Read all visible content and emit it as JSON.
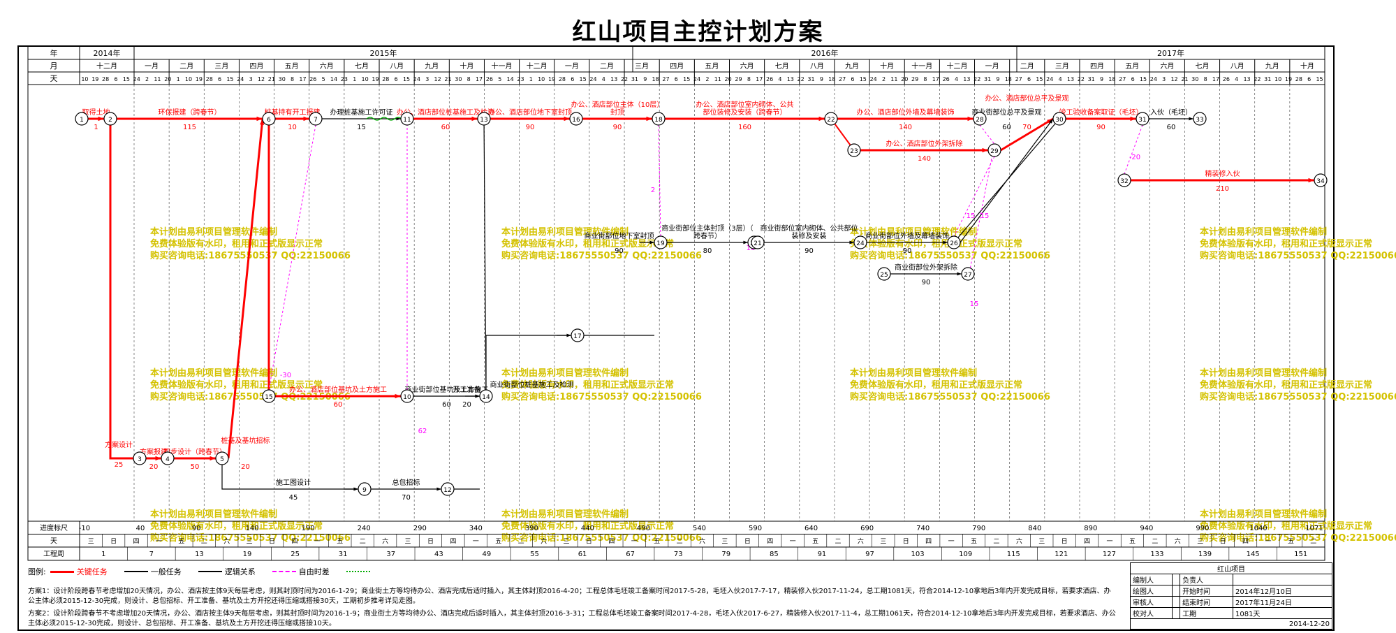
{
  "title": "红山项目主控计划方案",
  "header": {
    "row_labels": [
      "年",
      "月",
      "天"
    ],
    "years": [
      "2014年",
      "2015年",
      "2016年",
      "2017年"
    ],
    "months": [
      "十二月",
      "一月",
      "二月",
      "三月",
      "四月",
      "五月",
      "六月",
      "七月",
      "八月",
      "九月",
      "十月",
      "十一月",
      "十二月",
      "一月",
      "二月",
      "三月",
      "四月",
      "五月",
      "六月",
      "七月",
      "八月",
      "九月",
      "十月",
      "十一月",
      "十二月",
      "一月",
      "二月",
      "三月",
      "四月",
      "五月",
      "六月",
      "七月",
      "八月",
      "九月",
      "十月"
    ],
    "days": [
      "10",
      "19",
      "28",
      "6",
      "15",
      "24",
      "2",
      "11",
      "20",
      "1",
      "10",
      "19",
      "28",
      "6",
      "15",
      "24",
      "3",
      "12",
      "21",
      "30",
      "8",
      "17",
      "26",
      "5",
      "14",
      "23",
      "1",
      "10",
      "19",
      "28",
      "6",
      "15",
      "24",
      "3",
      "12",
      "21",
      "30",
      "8",
      "17",
      "26",
      "5",
      "14",
      "23",
      "1",
      "10",
      "19",
      "28",
      "6",
      "15",
      "24",
      "4",
      "13",
      "22",
      "31",
      "9",
      "18",
      "27",
      "6",
      "15",
      "24",
      "2",
      "11",
      "20",
      "29",
      "8",
      "17",
      "26",
      "4",
      "13",
      "22",
      "31",
      "9",
      "18",
      "27",
      "6",
      "15",
      "24",
      "2",
      "11",
      "20",
      "29",
      "8",
      "17",
      "26",
      "4",
      "13",
      "22",
      "31",
      "9",
      "18",
      "27",
      "6",
      "15",
      "24",
      "4",
      "13",
      "22",
      "31",
      "9",
      "18",
      "27",
      "6",
      "15",
      "24",
      "3",
      "12",
      "21",
      "30",
      "8",
      "17",
      "26",
      "4",
      "13",
      "22",
      "31",
      "10",
      "19",
      "28",
      "6",
      "15"
    ]
  },
  "nodes": [
    "1",
    "2",
    "3",
    "4",
    "5",
    "6",
    "7",
    "9",
    "10",
    "11",
    "12",
    "13",
    "14",
    "15",
    "16",
    "17",
    "18",
    "19",
    "20",
    "21",
    "22",
    "23",
    "24",
    "25",
    "26",
    "27",
    "28",
    "29",
    "30",
    "31",
    "32",
    "33",
    "34"
  ],
  "activities": [
    {
      "label": "取得土地",
      "dur": "1",
      "critical": true
    },
    {
      "label": "环保报建（跨春节）",
      "dur": "115",
      "critical": true
    },
    {
      "label": "桩基持有开工报建",
      "dur": "10",
      "critical": true
    },
    {
      "label": "办理桩基施工许可证",
      "dur": "15",
      "critical": false
    },
    {
      "label": "办公、酒店部位桩基施工及检测",
      "dur": "60",
      "critical": true
    },
    {
      "label": "办公、酒店部位地下室封顶",
      "dur": "90",
      "critical": true
    },
    {
      "label": "办公、酒店部位主体（10层）封顶",
      "dur": "90",
      "critical": true
    },
    {
      "label": "办公、酒店部位室内砌体、公共部位装修及安装（跨春节）",
      "dur": "160",
      "critical": true
    },
    {
      "label": "办公、酒店部位外墙及幕墙装饰",
      "dur": "140",
      "critical": true
    },
    {
      "label": "办公、酒店部位外架拆除",
      "dur": "140",
      "critical": true
    },
    {
      "label": "办公、酒店部位总平及景观",
      "dur": "70",
      "critical": true
    },
    {
      "label": "竣工验收备案取证（毛坯）",
      "dur": "90",
      "critical": true
    },
    {
      "label": "入伙（毛坯）",
      "dur": "60",
      "critical": false
    },
    {
      "label": "精装修入伙",
      "dur": "210",
      "critical": true
    },
    {
      "label": "方案设计",
      "dur": "25",
      "critical": true
    },
    {
      "label": "方案报建",
      "dur": "20",
      "critical": true
    },
    {
      "label": "初步设计（跨春节）",
      "dur": "50",
      "critical": true
    },
    {
      "label": "桩基及基坑招标",
      "dur": "20",
      "critical": true
    },
    {
      "label": "办公、酒店部位基坑及土方施工",
      "dur": "60",
      "critical": true
    },
    {
      "label": "施工图设计",
      "dur": "45",
      "critical": false
    },
    {
      "label": "总包招标",
      "dur": "70",
      "critical": false
    },
    {
      "label": "开工准备",
      "dur": "20",
      "critical": false
    },
    {
      "label": "商业街部位基坑及土方施工",
      "dur": "60",
      "critical": false
    },
    {
      "label": "商业街部位桩基施工及检测",
      "dur": "",
      "critical": false
    },
    {
      "label": "商业街部位地下室封顶",
      "dur": "90",
      "critical": false
    },
    {
      "label": "商业街部位主体封顶（3层）（跨春节）",
      "dur": "80",
      "critical": false
    },
    {
      "label": "商业街部位室内砌体、公共部位装修及安装",
      "dur": "90",
      "critical": false
    },
    {
      "label": "商业街部位外墙及幕墙装饰",
      "dur": "90",
      "critical": false
    },
    {
      "label": "商业街部位外架拆除",
      "dur": "90",
      "critical": false
    },
    {
      "label": "商业街部位总平及景观",
      "dur": "60",
      "critical": false
    }
  ],
  "float_labels": [
    "-30",
    "62",
    "2",
    "10",
    "15",
    "-20",
    "15",
    "15"
  ],
  "watermark": [
    "本计划由易利项目管理软件编制",
    "免费体验版有水印，租用和正式版显示正常",
    "购买咨询电话:18675550537 QQ:22150066"
  ],
  "scale": {
    "label": "进度标尺",
    "ticks": [
      "-10",
      "40",
      "90",
      "140",
      "190",
      "240",
      "290",
      "340",
      "390",
      "440",
      "490",
      "540",
      "590",
      "640",
      "690",
      "740",
      "790",
      "840",
      "890",
      "940",
      "990",
      "1040",
      "1071"
    ]
  },
  "weekday_row": {
    "label": "天",
    "items": [
      "三",
      "日",
      "四",
      "一",
      "五",
      "二",
      "六",
      "三",
      "日",
      "四",
      "一",
      "五",
      "二",
      "六",
      "三",
      "日",
      "四",
      "一",
      "五",
      "二",
      "六",
      "三",
      "日",
      "四",
      "一",
      "五",
      "二",
      "六",
      "三",
      "日",
      "四",
      "一",
      "五",
      "二",
      "六",
      "三",
      "日",
      "四",
      "一",
      "五",
      "二",
      "六",
      "三",
      "日",
      "四",
      "一",
      "五",
      "二",
      "六",
      "三",
      "日",
      "四",
      "一",
      "五",
      "二"
    ]
  },
  "week_row": {
    "label": "工程周",
    "items": [
      "1",
      "7",
      "13",
      "19",
      "25",
      "31",
      "37",
      "43",
      "49",
      "55",
      "61",
      "67",
      "73",
      "79",
      "85",
      "91",
      "97",
      "103",
      "109",
      "115",
      "121",
      "127",
      "133",
      "139",
      "145",
      "151"
    ]
  },
  "legend": {
    "label": "图例:",
    "items": [
      "关键任务",
      "一般任务",
      "逻辑关系",
      "自由时差"
    ]
  },
  "notes": [
    "方案1：设计阶段跨春节考虑增加20天情况，办公、酒店按主体9天每层考虑，则其封顶时间为2016-1-29；商业街土方等均待办公、酒店完成后适时插入，其主体封顶2016-4-20；工程总体毛坯竣工备案时间2017-5-28，毛坯入伙2017-7-17，精装修入伙2017-11-24，总工期1081天，符合2014-12-10拿地后3年内开发完成目标，若要求酒店、办公主体必须2015-12-30完成，则设计、总包招标、开工准备、基坑及土方开挖还得压缩或搭接30天，工期初步推考详见走图。",
    "方案2：设计阶段跨春节不考虑增加20天情况，办公、酒店按主体9天每层考虑，则其封顶时间为2016-1-9；商业街土方等均待办公、酒店完成后适时插入，其主体封顶2016-3-31；工程总体毛坯竣工备案时间2017-4-28，毛坯入伙2017-6-27，精装修入伙2017-11-4，总工期1061天，符合2014-12-10拿地后3年内开发完成目标，若要求酒店、办公主体必须2015-12-30完成，则设计、总包招标、开工准备、基坑及土方开挖还得压缩或搭接10天。"
  ],
  "signoff": {
    "project": "红山项目",
    "rows": [
      {
        "k1": "编制人",
        "v1": "",
        "k2": "负责人",
        "v2": ""
      },
      {
        "k1": "绘图人",
        "v1": "",
        "k2": "开始时间",
        "v2": "2014年12月10日"
      },
      {
        "k1": "审核人",
        "v1": "",
        "k2": "结束时间",
        "v2": "2017年11月24日"
      },
      {
        "k1": "校对人",
        "v1": "",
        "k2": "工期",
        "v2": "1081天"
      }
    ],
    "date": "2014-12-20"
  },
  "colors": {
    "critical": "#ff0000",
    "normal": "#000000",
    "free_float": "#ff00ff",
    "wavy": "#00aa00",
    "watermark": "#d4c200"
  }
}
